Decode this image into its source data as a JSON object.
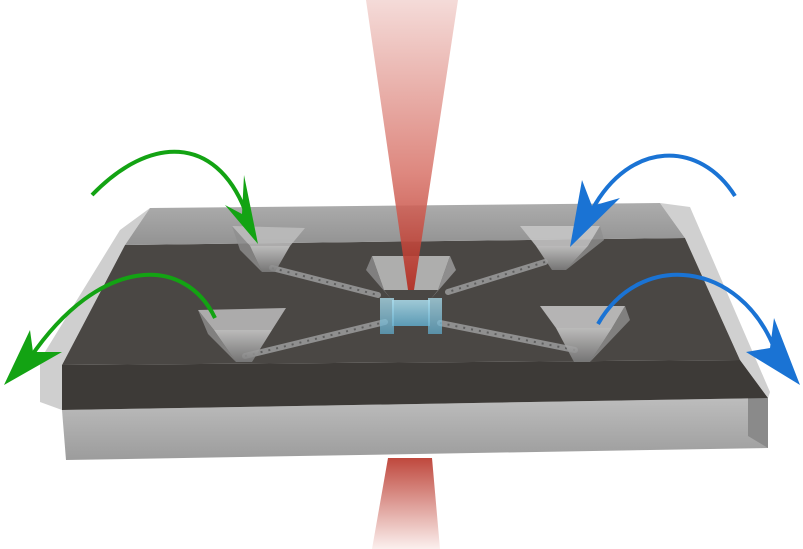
{
  "figure": {
    "description_visible_text": "",
    "colors": {
      "background": "#ffffff",
      "laser_beam": "#c0392b",
      "chip_top_light": "#9a9a9a",
      "chip_dark_layer": "#45423f",
      "chip_side": "#b8b8b8",
      "channel": "#8f8f8f",
      "microchamber_fluid": "#7ec8e3",
      "arrow_left_pair": "#13a313",
      "arrow_right_pair": "#1a73d4"
    },
    "elements": {
      "laser_beam_top": "laser-beam",
      "laser_beam_bottom": "laser-beam",
      "chip": "microfluidic-chip",
      "funnels": [
        "inlet-funnel-top-left",
        "inlet-funnel-bottom-left",
        "inlet-funnel-top-right",
        "inlet-funnel-bottom-right",
        "center-funnel"
      ],
      "arrows": [
        {
          "id": "arrow-in-top-left",
          "color": "green",
          "direction": "in"
        },
        {
          "id": "arrow-out-bottom-left",
          "color": "green",
          "direction": "out"
        },
        {
          "id": "arrow-in-top-right",
          "color": "blue",
          "direction": "in"
        },
        {
          "id": "arrow-out-bottom-right",
          "color": "blue",
          "direction": "out"
        }
      ]
    }
  }
}
